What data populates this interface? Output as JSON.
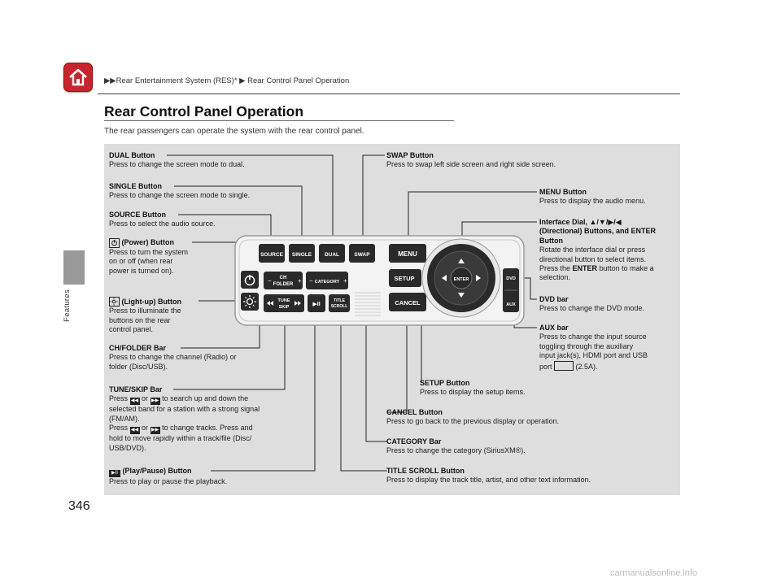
{
  "breadcrumb": "Rear Entertainment System (RES)* ▶ Rear Control Panel Operation",
  "breadcrumb_prefix": "▶▶",
  "side_label": "Features",
  "title": "Rear Control Panel Operation",
  "intro": "The rear passengers can operate the system with the rear control panel.",
  "page_number": "346",
  "watermark": "carmanualsonline.info",
  "panel_buttons": {
    "source": "SOURCE",
    "single": "SINGLE",
    "dual": "DUAL",
    "swap": "SWAP",
    "menu": "MENU",
    "setup": "SETUP",
    "cancel": "CANCEL",
    "ch_line1": "CH",
    "ch_line2": "FOLDER",
    "category": "CATEGORY",
    "tune_line1": "TUNE",
    "tune_line2": "SKIP",
    "play": "▶II",
    "title_line1": "TITLE",
    "title_line2": "SCROLL",
    "enter": "ENTER",
    "dvd": "DVD",
    "aux": "AUX",
    "minus": "−",
    "plus": "+"
  },
  "labels": {
    "dual": {
      "title": "DUAL Button",
      "desc": "Press to change the screen mode to dual."
    },
    "single": {
      "title": "SINGLE Button",
      "desc": "Press to change the screen mode to single."
    },
    "source": {
      "title": "SOURCE Button",
      "desc": "Press to select the audio source."
    },
    "power": {
      "title": "(Power) Button",
      "desc": [
        "Press to turn the system",
        "on or off (when rear",
        "power is turned on)."
      ]
    },
    "light": {
      "title": "(Light-up) Button",
      "desc": [
        "Press to illuminate the",
        "buttons on the rear",
        "control panel."
      ]
    },
    "ch": {
      "title": "CH/FOLDER Bar",
      "desc": [
        "Press to change the channel (Radio) or",
        "folder (Disc/USB)."
      ]
    },
    "tune": {
      "title": "TUNE/SKIP Bar",
      "press": "Press",
      "or": "or",
      "desc1": [
        "to search up and down the",
        "selected band for a station with a strong signal",
        "(FM/AM)."
      ],
      "desc2": [
        "to change tracks. Press and",
        "hold to move rapidly within a track/file (Disc/",
        "USB/DVD)."
      ]
    },
    "play": {
      "title": "(Play/Pause) Button",
      "desc": "Press to play or pause the playback."
    },
    "swap": {
      "title": "SWAP Button",
      "desc": "Press to swap left side screen and right side screen."
    },
    "menu": {
      "title": "MENU Button",
      "desc": "Press to display the audio menu."
    },
    "dial": {
      "title": [
        "Interface Dial, ▲/▼/▶/◀",
        "(Directional) Buttons, and ENTER",
        "Button"
      ],
      "desc": [
        "Rotate the interface dial or press",
        "directional button to select items."
      ],
      "desc2_pre": "Press the",
      "desc2_bold": "ENTER",
      "desc2_post": [
        "button to make a",
        "selection."
      ]
    },
    "dvd": {
      "title": "DVD bar",
      "desc": "Press to change the DVD mode."
    },
    "aux": {
      "title": "AUX bar",
      "desc": [
        "Press to change the input source",
        "toggling through the auxiliary",
        "input jack(s), HDMI port and USB"
      ],
      "desc_end_pre": "port",
      "desc_end_post": "(2.5A)."
    },
    "setup": {
      "title": "SETUP Button",
      "desc": "Press to display the setup items."
    },
    "cancel": {
      "title": "CANCEL Button",
      "desc": "Press to go back to the previous display or operation."
    },
    "category": {
      "title": "CATEGORY Bar",
      "desc": "Press to change the category (SiriusXM®)."
    },
    "title_scroll": {
      "title": "TITLE SCROLL Button",
      "desc": "Press to display the track title, artist, and other text information."
    }
  },
  "colors": {
    "accent": "#c8242b",
    "panel_bg": "#dedede",
    "button": "#2a2a2a"
  }
}
